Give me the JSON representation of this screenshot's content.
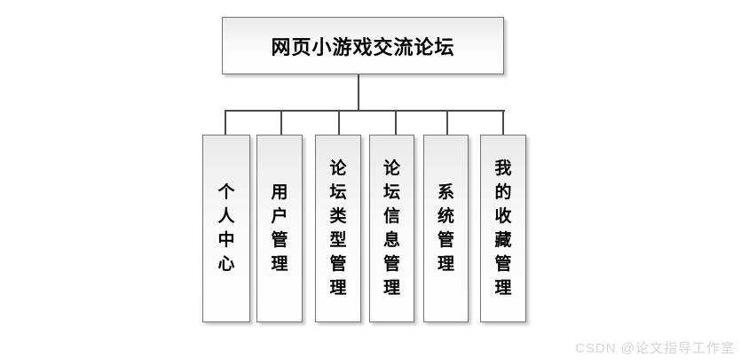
{
  "diagram": {
    "root": {
      "label": "网页小游戏交流论坛"
    },
    "children": [
      {
        "label": "个人中心"
      },
      {
        "label": "用户管理"
      },
      {
        "label": "论坛类型管理"
      },
      {
        "label": "论坛信息管理"
      },
      {
        "label": "系统管理"
      },
      {
        "label": "我的收藏管理"
      }
    ]
  },
  "watermark": {
    "text": "CSDN @论文指导工作室"
  },
  "colors": {
    "connector": "#4a4a4a",
    "box_border": "#737373",
    "box_fill_top": "#e9e9e9",
    "box_fill_bottom": "#ffffff",
    "shadow": "#c9c9c9",
    "watermark": "#d4d4d4",
    "text": "#000000"
  }
}
